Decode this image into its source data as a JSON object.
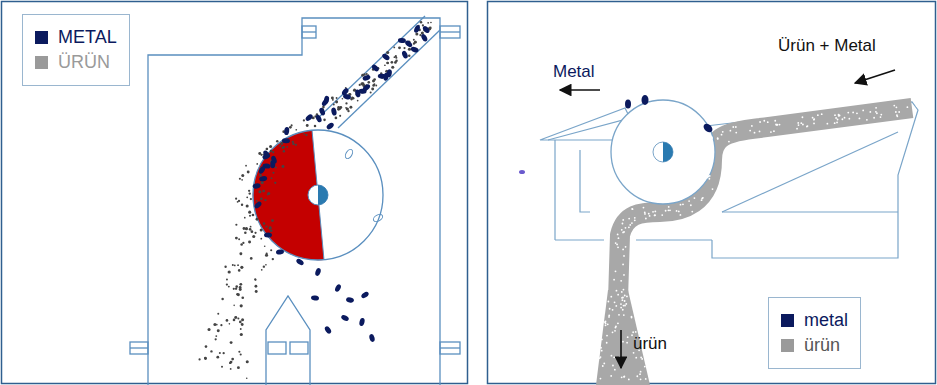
{
  "diagram": {
    "labels": [
      "Metal",
      "Ürün + Metal",
      "ürün"
    ],
    "legend": [
      {
        "text": "METAL",
        "color": "#0b1a5e"
      },
      {
        "text": "ÜRÜN",
        "color": "#9a9a9a"
      },
      {
        "text": "metal",
        "color": "#0b1a5e"
      },
      {
        "text": "ürün",
        "color": "#9a9a9a"
      }
    ]
  }
}
